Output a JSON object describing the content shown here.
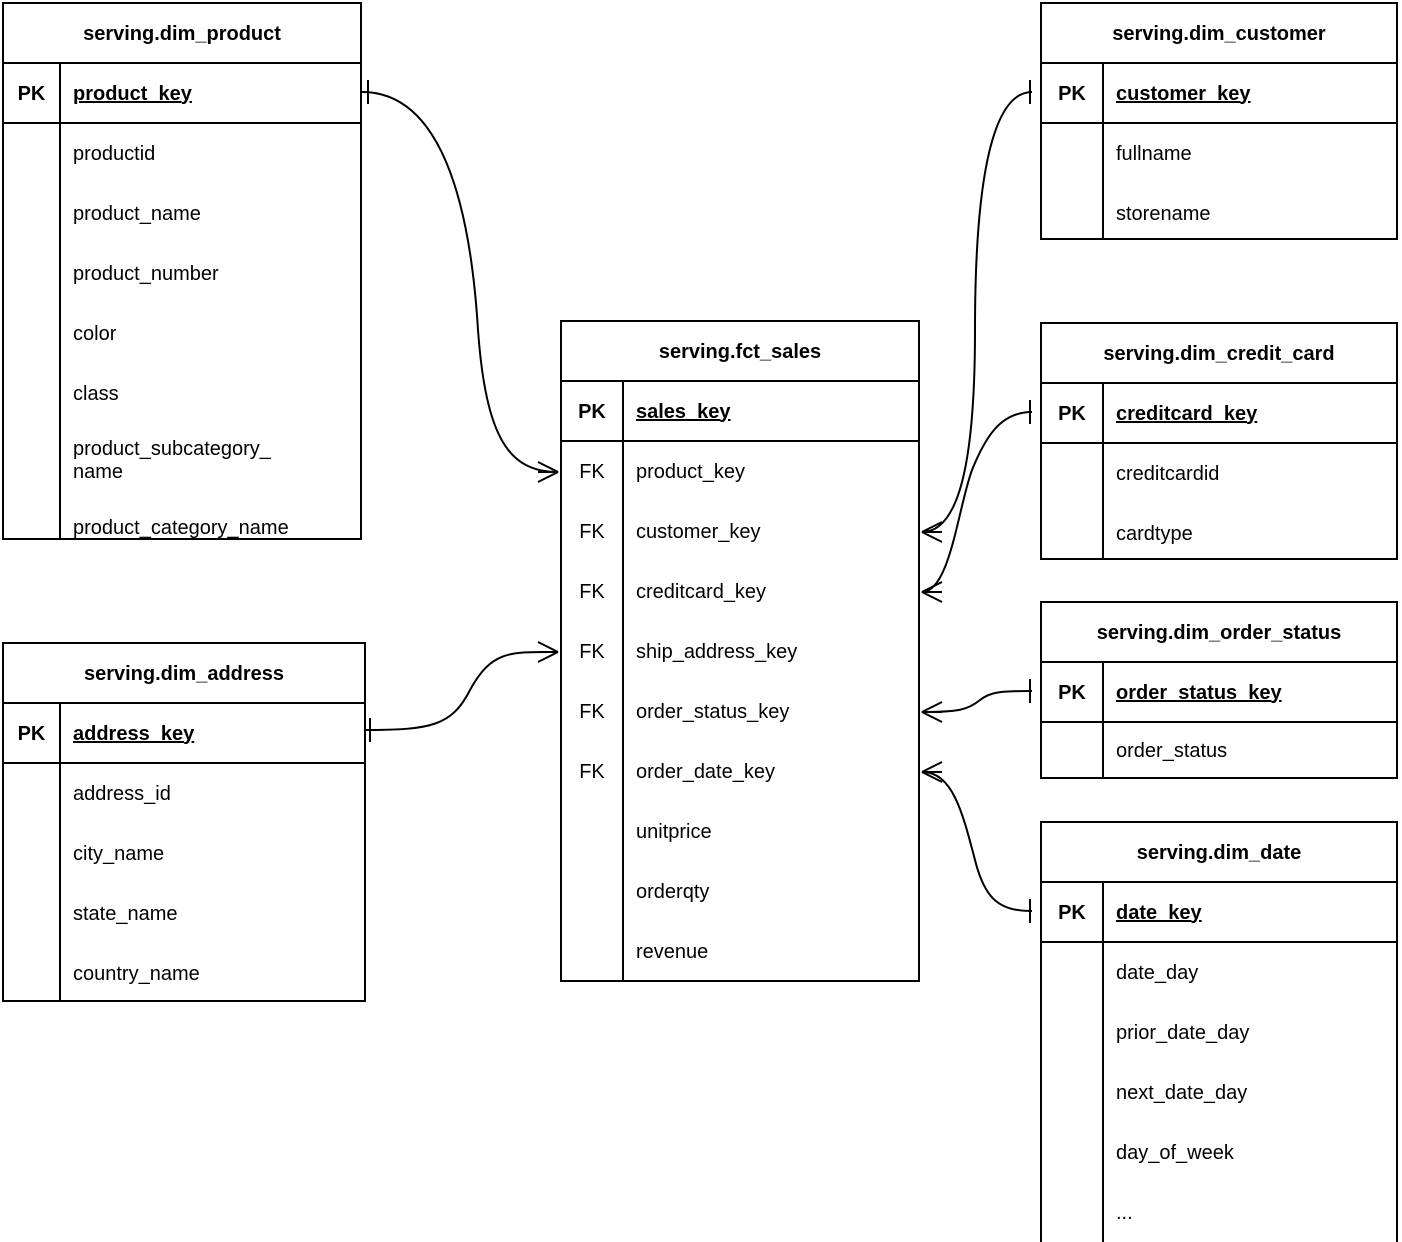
{
  "diagram": {
    "type": "entity-relationship-diagram",
    "notation": "crow's-foot",
    "style": {
      "background": "#ffffff",
      "line_color": "#000000",
      "text_color": "#000000"
    }
  },
  "entities": {
    "dim_product": {
      "title": "serving.dim_product",
      "pk_tag": "PK",
      "pk_name": "product_key",
      "attributes": [
        "productid",
        "product_name",
        "product_number",
        "color",
        "class",
        "product_subcategory_\nname",
        "product_category_name"
      ]
    },
    "dim_address": {
      "title": "serving.dim_address",
      "pk_tag": "PK",
      "pk_name": "address_key",
      "attributes": [
        "address_id",
        "city_name",
        "state_name",
        "country_name"
      ]
    },
    "fct_sales": {
      "title": "serving.fct_sales",
      "pk_tag": "PK",
      "pk_name": "sales_key",
      "rows": [
        {
          "tag": "FK",
          "name": "product_key"
        },
        {
          "tag": "FK",
          "name": "customer_key"
        },
        {
          "tag": "FK",
          "name": "creditcard_key"
        },
        {
          "tag": "FK",
          "name": "ship_address_key"
        },
        {
          "tag": "FK",
          "name": "order_status_key"
        },
        {
          "tag": "FK",
          "name": "order_date_key"
        },
        {
          "tag": "",
          "name": "unitprice"
        },
        {
          "tag": "",
          "name": "orderqty"
        },
        {
          "tag": "",
          "name": "revenue"
        }
      ]
    },
    "dim_customer": {
      "title": "serving.dim_customer",
      "pk_tag": "PK",
      "pk_name": "customer_key",
      "attributes": [
        "fullname",
        "storename"
      ]
    },
    "dim_credit_card": {
      "title": "serving.dim_credit_card",
      "pk_tag": "PK",
      "pk_name": "creditcard_key",
      "attributes": [
        "creditcardid",
        "cardtype"
      ]
    },
    "dim_order_status": {
      "title": "serving.dim_order_status",
      "pk_tag": "PK",
      "pk_name": "order_status_key",
      "attributes": [
        "order_status"
      ]
    },
    "dim_date": {
      "title": "serving.dim_date",
      "pk_tag": "PK",
      "pk_name": "date_key",
      "attributes": [
        "date_day",
        "prior_date_day",
        "next_date_day",
        "day_of_week",
        "..."
      ]
    }
  },
  "relationships": [
    {
      "from": "dim_product.product_key",
      "to": "fct_sales.product_key",
      "from_cardinality": "one",
      "to_cardinality": "many"
    },
    {
      "from": "dim_address.address_key",
      "to": "fct_sales.ship_address_key",
      "from_cardinality": "one",
      "to_cardinality": "many"
    },
    {
      "from": "dim_customer.customer_key",
      "to": "fct_sales.customer_key",
      "from_cardinality": "one",
      "to_cardinality": "many"
    },
    {
      "from": "dim_credit_card.creditcard_key",
      "to": "fct_sales.creditcard_key",
      "from_cardinality": "one",
      "to_cardinality": "many"
    },
    {
      "from": "dim_order_status.order_status_key",
      "to": "fct_sales.order_status_key",
      "from_cardinality": "one",
      "to_cardinality": "many"
    },
    {
      "from": "dim_date.date_key",
      "to": "fct_sales.order_date_key",
      "from_cardinality": "one",
      "to_cardinality": "many"
    }
  ]
}
